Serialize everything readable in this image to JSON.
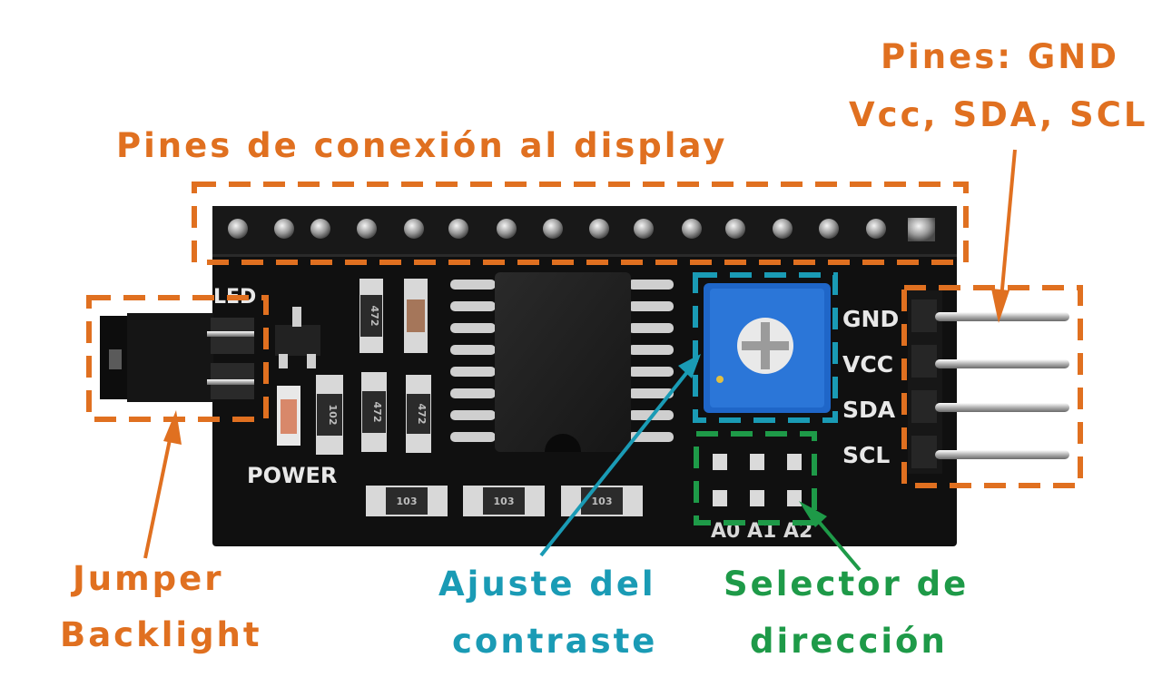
{
  "labels": {
    "pins_header": {
      "line1": "Pines: GND",
      "line2": "Vcc, SDA, SCL"
    },
    "display_pins": "Pines de conexión al display",
    "jumper": {
      "line1": "Jumper",
      "line2": "Backlight"
    },
    "contrast": {
      "line1": "Ajuste del",
      "line2": "contraste"
    },
    "address": {
      "line1": "Selector de",
      "line2": "dirección"
    }
  },
  "board": {
    "pin_labels": [
      "GND",
      "VCC",
      "SDA",
      "SCL"
    ],
    "silkscreen": {
      "led": "LED",
      "power": "POWER",
      "address_pads": "A0 A1 A2"
    },
    "resistor_codes": {
      "r472": "472",
      "r102": "102",
      "r103": "103"
    }
  },
  "colors": {
    "orange": "#e07020",
    "teal": "#1a9bb5",
    "green": "#1e9a48",
    "pcb": "#101010",
    "pot_blue": "#1f66c8"
  }
}
